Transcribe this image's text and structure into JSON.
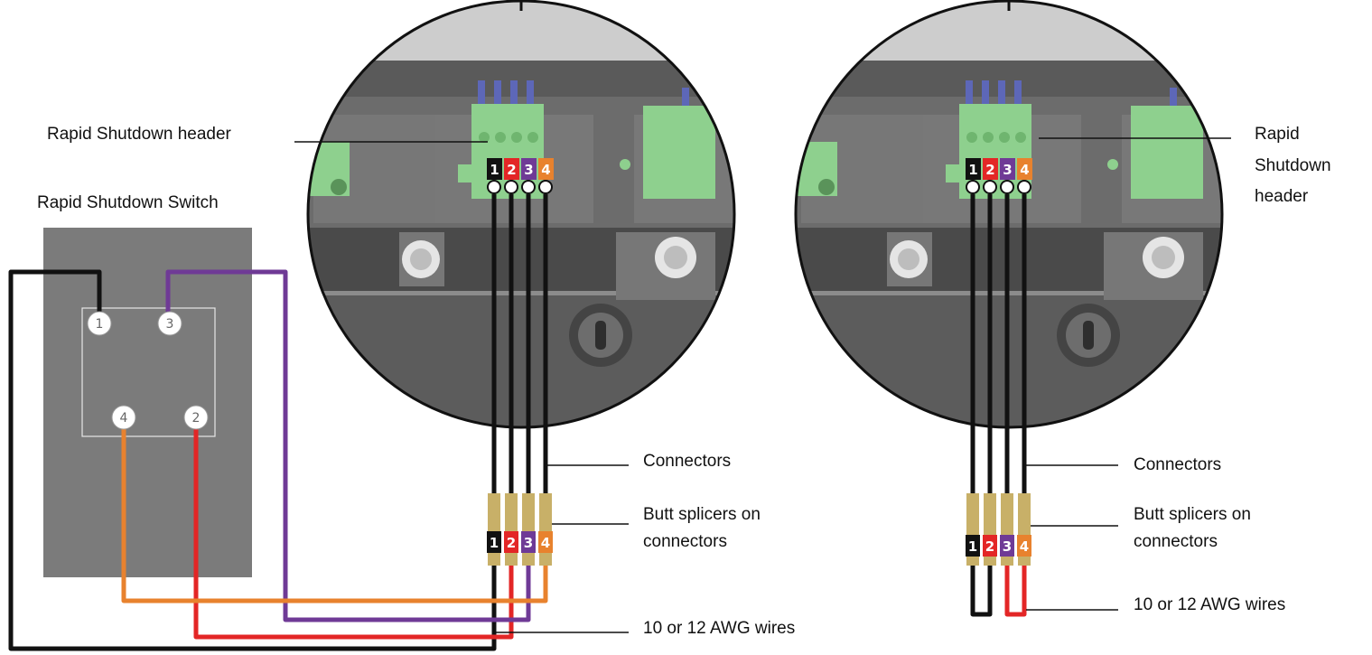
{
  "labels": {
    "rsd_header_left": "Rapid Shutdown header",
    "rsd_switch": "Rapid Shutdown Switch",
    "rsd_header_right_1": "Rapid",
    "rsd_header_right_2": "Shutdown",
    "rsd_header_right_3": "header",
    "connectors_left": "Connectors",
    "connectors_right": "Connectors",
    "butt_left_1": "Butt splicers on",
    "butt_left_2": "connectors",
    "butt_right_1": "Butt splicers on",
    "butt_right_2": "connectors",
    "awg_left": "10 or 12 AWG wires",
    "awg_right": "10 or 12 AWG wires"
  },
  "terminals": [
    "1",
    "2",
    "3",
    "4"
  ],
  "switch_terminals": [
    "1",
    "3",
    "4",
    "2"
  ],
  "colors": {
    "wire_1": "#111111",
    "wire_2": "#e32626",
    "wire_3": "#6f3a96",
    "wire_4": "#e8822e",
    "splicer": "#c8b068",
    "switch_body": "#7b7b7b"
  }
}
